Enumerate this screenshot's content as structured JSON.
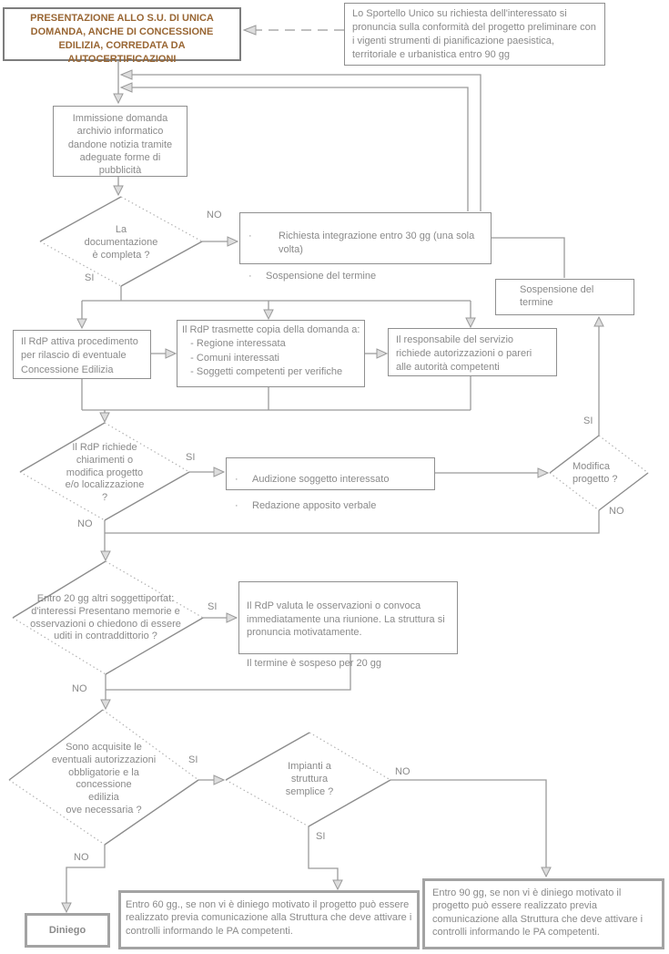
{
  "labels": {
    "si": "SI",
    "no": "NO"
  },
  "bullet": "·",
  "colors": {
    "line_gray": "#9a9a9a",
    "text_gray": "#8a8a8a",
    "title_brown": "#996633",
    "arrow_fill": "#dddddd"
  },
  "nodes": {
    "presentazione": {
      "text": "PRESENTAZIONE ALLO S.U. DI UNICA\nDOMANDA, ANCHE DI CONCESSIONE\nEDILIZIA, CORREDATA DA\nAUTOCERTIFICAZIONI"
    },
    "sportello": {
      "text": "Lo Sportello Unico su richiesta dell'interessato si pronuncia sulla conformità del progetto preliminare con i vigenti strumenti di pianificazione paesistica, territoriale e urbanistica entro 90 gg"
    },
    "immissione": {
      "text": "Immissione domanda\narchivio informatico\ndandone notizia tramite\nadeguate forme di\npubblicità"
    },
    "doc_completa": {
      "text": "La\ndocumentazione\nè completa ?"
    },
    "richiesta": {
      "items": [
        "Richiesta integrazione entro 30 gg (una sola volta)",
        "Sospensione del termine"
      ]
    },
    "sospensione": {
      "text": "Sospensione del\ntermine"
    },
    "rdp_attiva": {
      "text": "Il RdP attiva procedimento\nper rilascio di eventuale\nConcessione Edilizia"
    },
    "rdp_trasmette": {
      "text": "Il RdP trasmette copia della domanda a:\n   - Regione interessata\n   - Comuni interessati\n   - Soggetti competenti per verifiche"
    },
    "responsabile": {
      "text": "Il responsabile del servizio\nrichiede autorizzazioni o pareri\nalle autorità competenti"
    },
    "rdp_chiarimenti": {
      "text": "Il RdP richiede\nchiarimenti o\nmodifica progetto\ne/o localizzazione\n?"
    },
    "audizione": {
      "items": [
        "Audizione soggetto interessato",
        "Redazione apposito verbale"
      ]
    },
    "modifica": {
      "text": "Modifica\nprogetto ?"
    },
    "entro20": {
      "text": "Entro 20 gg altri soggettiportat:\nd'interessi Presentano memorie e\nosservazioni o chiedono di essere\nuditi in contraddittorio ?"
    },
    "rdp_valuta": {
      "text": "Il RdP valuta le osservazioni  o convoca immediatamente una riunione. La struttura si pronuncia motivatamente.",
      "note": "Il termine è sospeso per 20 gg"
    },
    "acquisite": {
      "text": "Sono acquisite le\neventuali  autorizzazioni\nobbligatorie e la\nconcessione\nedilizia\nove necessaria ?"
    },
    "impianti": {
      "text": "Impianti a\nstruttura\nsemplice ?"
    },
    "diniego": {
      "text": "Diniego"
    },
    "entro60": {
      "text": "Entro 60 gg., se non vi è diniego motivato il progetto può essere realizzato previa comunicazione alla Struttura che deve attivare i controlli informando le PA competenti."
    },
    "entro90": {
      "text": "Entro 90 gg, se non vi è diniego motivato il progetto può essere realizzato previa comunicazione alla Struttura che deve attivare i controlli informando le PA competenti."
    }
  }
}
